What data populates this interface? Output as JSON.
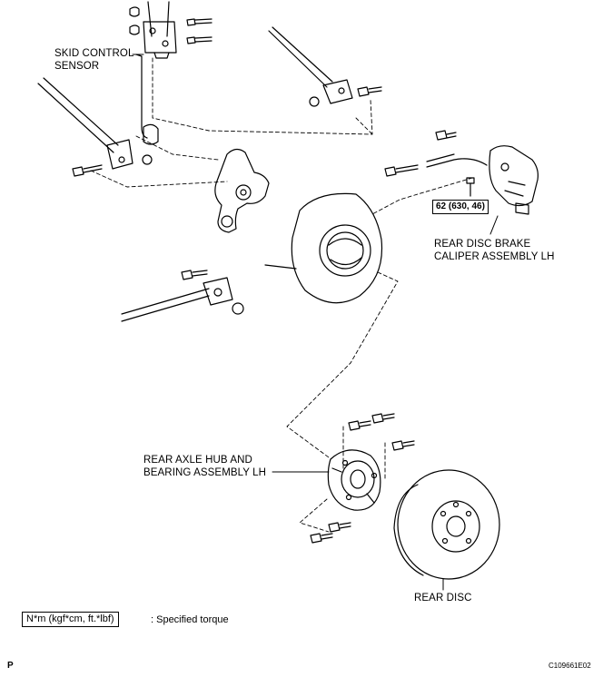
{
  "labels": {
    "skid_control_sensor": [
      "SKID CONTROL",
      "SENSOR"
    ],
    "rear_disc_brake_caliper": [
      "REAR DISC BRAKE",
      "CALIPER ASSEMBLY LH"
    ],
    "rear_axle_hub": [
      "REAR AXLE HUB AND",
      "BEARING ASSEMBLY LH"
    ],
    "rear_disc": "REAR DISC"
  },
  "torque_spec": "62 (630, 46)",
  "legend": {
    "unit_box": "N*m (kgf*cm, ft.*lbf)",
    "description": ": Specified torque"
  },
  "page_marker": "P",
  "figure_code": "C109661E02"
}
